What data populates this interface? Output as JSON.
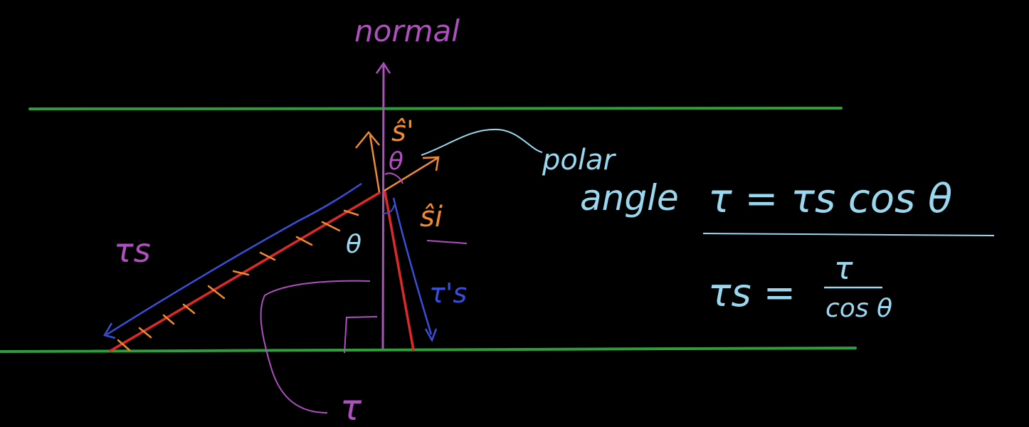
{
  "labels": {
    "normal": "normal",
    "polar_angle_line1": "polar",
    "polar_angle_line2": "angle",
    "tau_s_left": "τs",
    "tau_s_prime": "τ's",
    "s_hat_top": "ŝ'",
    "s_hat_bottom": "ŝi",
    "theta_top": "θ",
    "theta_bottom": "θ",
    "tau_bottom": "τ"
  },
  "equations": {
    "eq1": "τ = τs cos θ",
    "eq2_lhs": "τs =",
    "eq2_num": "τ",
    "eq2_den": "cos θ"
  },
  "colors": {
    "background": "#000000",
    "slab_lines": "#2e9e3a",
    "normal_purple": "#b04fc0",
    "ray_red": "#e02828",
    "ray_blue": "#3a4fd8",
    "tick_orange": "#f08a2e",
    "text_cyan": "#9ad8ef"
  }
}
